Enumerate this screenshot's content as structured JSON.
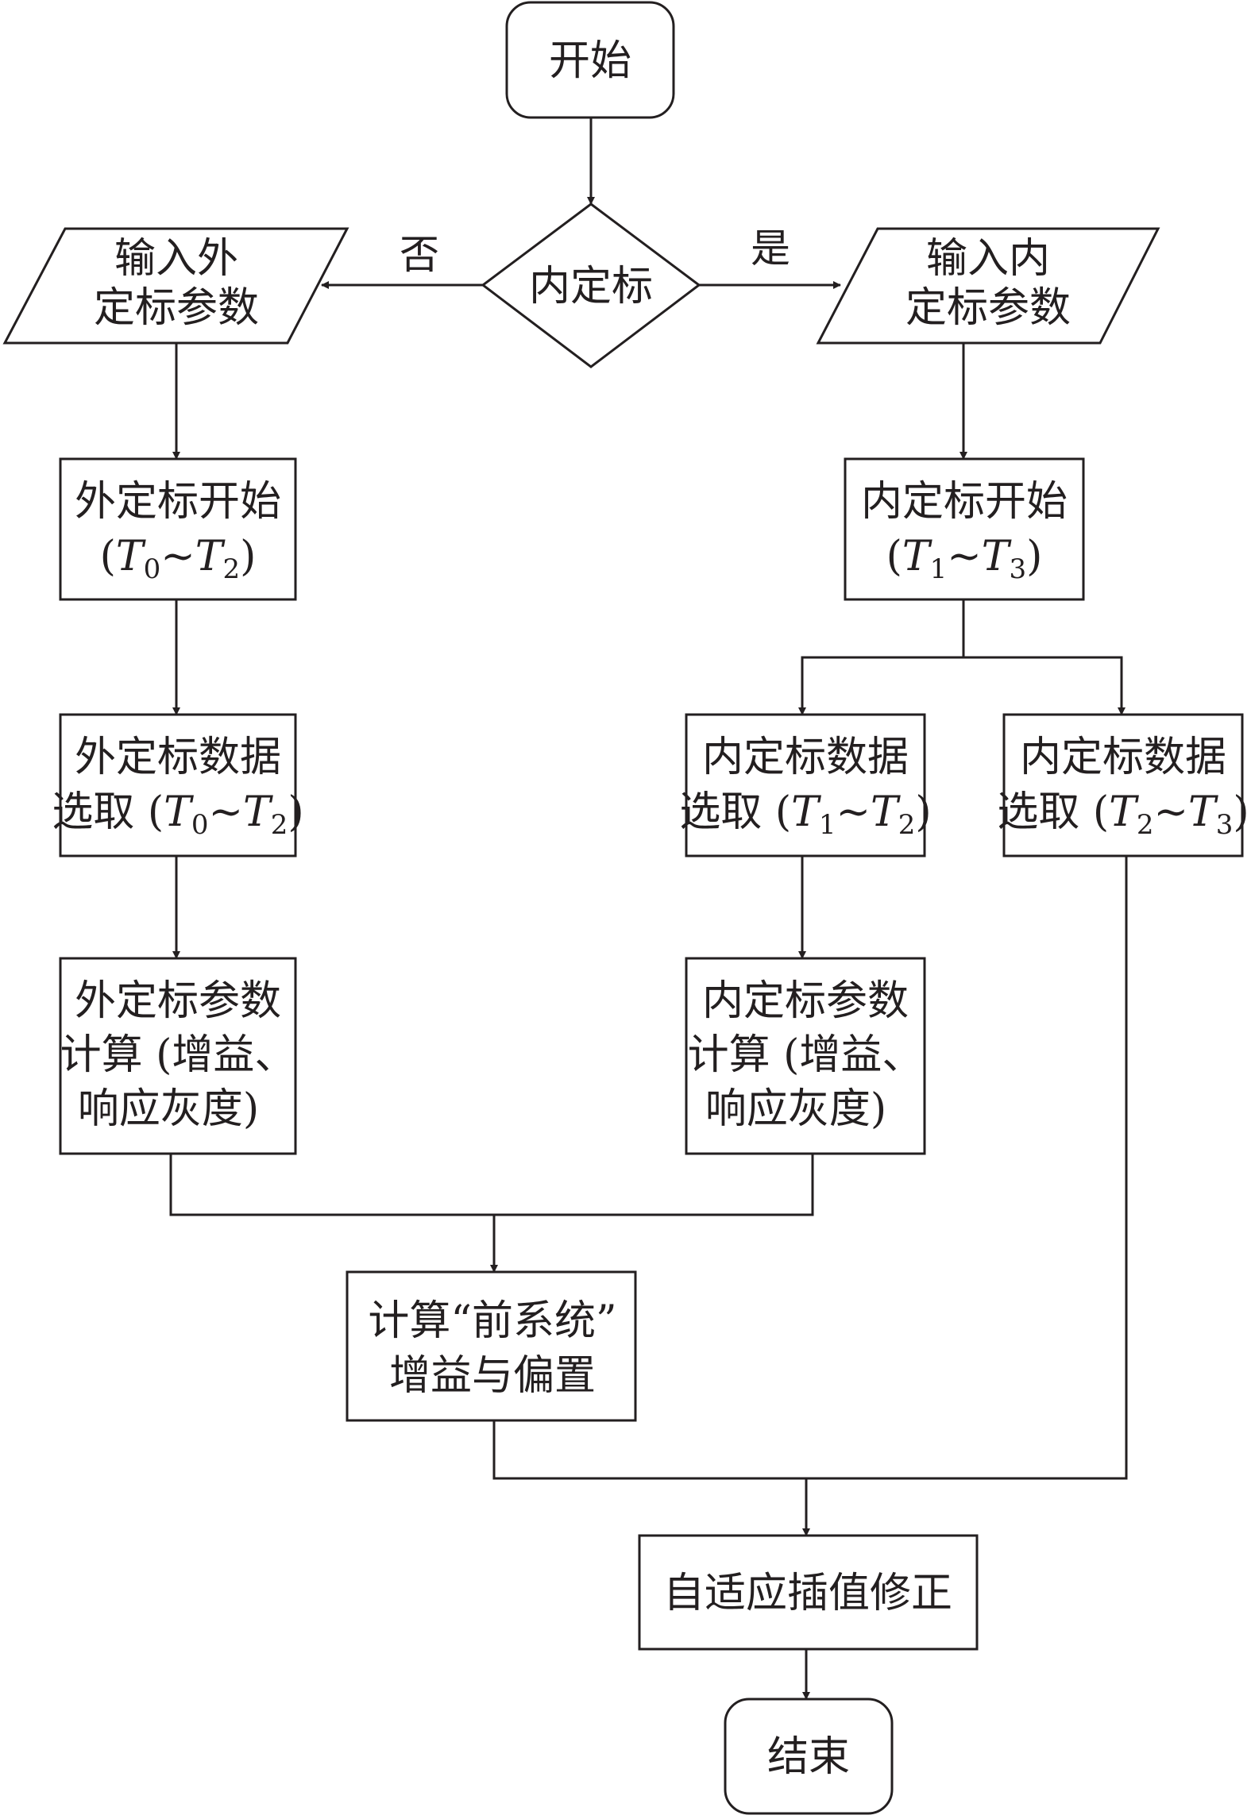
{
  "nodes": {
    "start": "开始",
    "decision": "内定标",
    "input_ext": [
      "输入外",
      "定标参数"
    ],
    "input_int": [
      "输入内",
      "定标参数"
    ],
    "ext_start": [
      "外定标开始",
      "(T0~T2)"
    ],
    "int_start": [
      "内定标开始",
      "(T1~T3)"
    ],
    "ext_select": [
      "外定标数据",
      "选取 (T0~T2)"
    ],
    "int_select_a": [
      "内定标数据",
      "选取 (T1~T2)"
    ],
    "int_select_b": [
      "内定标数据",
      "选取 (T2~T3)"
    ],
    "ext_calc": [
      "外定标参数",
      "计算 (增益、",
      "响应灰度)"
    ],
    "int_calc": [
      "内定标参数",
      "计算 (增益、",
      "响应灰度)"
    ],
    "pre_system": [
      "计算“前系统”",
      "增益与偏置"
    ],
    "correction": "自适应插值修正",
    "end": "结束"
  },
  "edges": {
    "no_label": "否",
    "yes_label": "是"
  },
  "colors": {
    "stroke": "#231f20",
    "fill": "#ffffff"
  }
}
